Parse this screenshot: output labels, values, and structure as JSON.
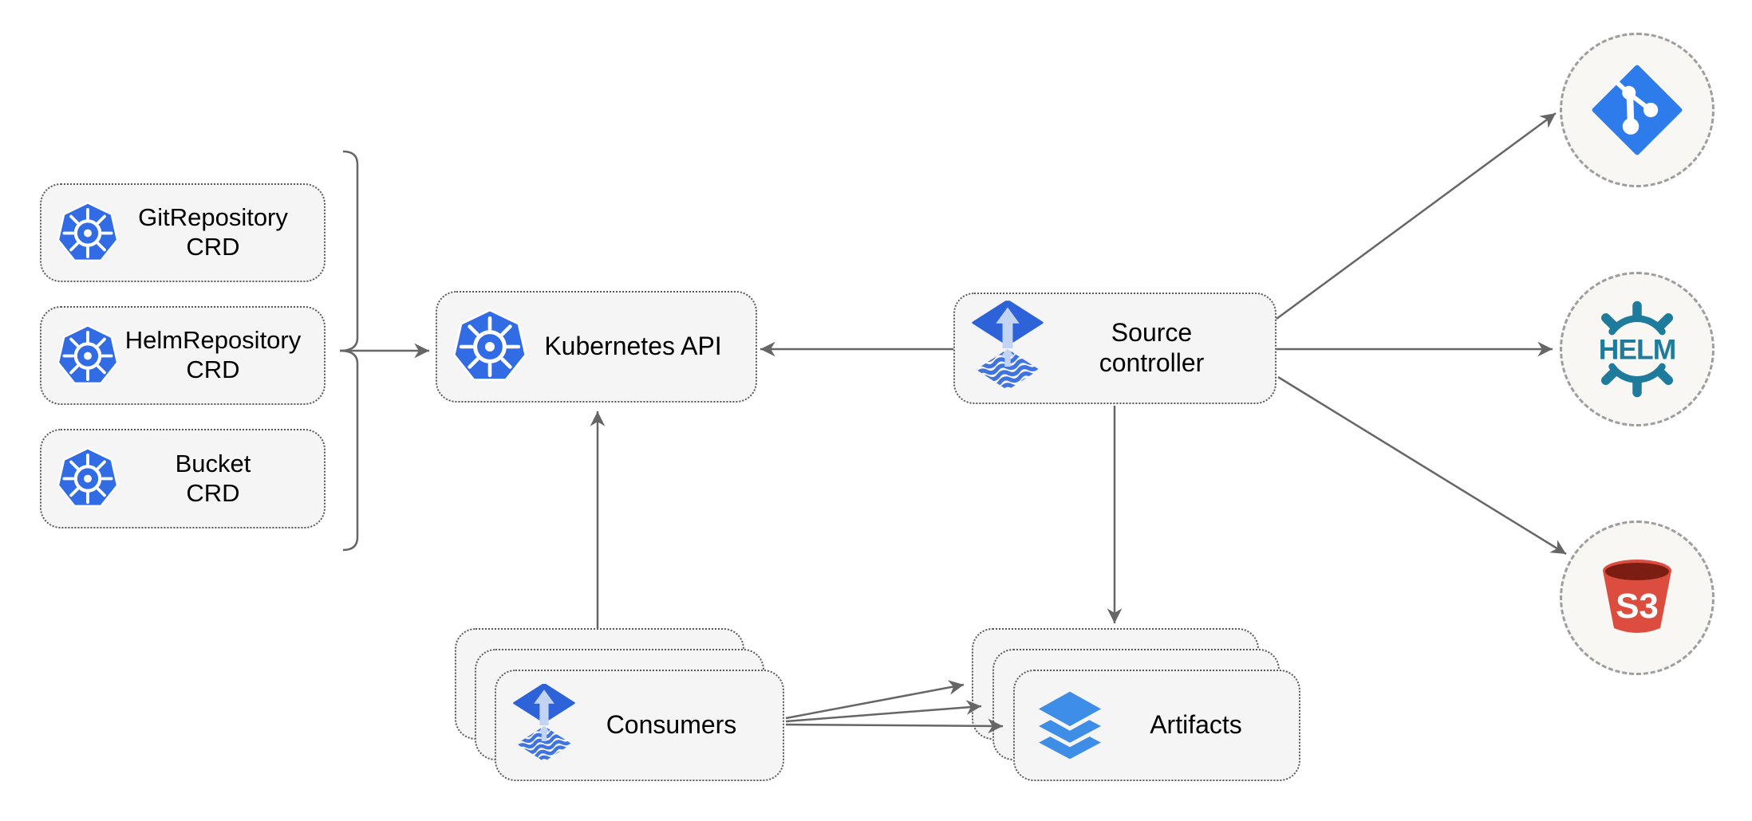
{
  "nodes": {
    "crd_boxes": [
      {
        "line1": "GitRepository",
        "line2": "CRD"
      },
      {
        "line1": "HelmRepository",
        "line2": "CRD"
      },
      {
        "line1": "Bucket",
        "line2": "CRD"
      }
    ],
    "kubernetes_api": {
      "label": "Kubernetes API"
    },
    "source_controller": {
      "line1": "Source",
      "line2": "controller"
    },
    "consumers": {
      "label": "Consumers",
      "stack_count": 3
    },
    "artifacts": {
      "label": "Artifacts",
      "stack_count": 3
    },
    "external_sources": {
      "git": {
        "icon": "git-icon"
      },
      "helm": {
        "icon": "helm-icon",
        "logo_text": "HELM"
      },
      "s3": {
        "icon": "s3-bucket-icon",
        "logo_text": "S3"
      }
    }
  },
  "connections": [
    {
      "from": "crd-group-brace",
      "to": "kubernetes-api"
    },
    {
      "from": "source-controller",
      "to": "kubernetes-api"
    },
    {
      "from": "consumers",
      "to": "kubernetes-api"
    },
    {
      "from": "source-controller",
      "to": "artifacts"
    },
    {
      "from": "source-controller",
      "to": "git-source"
    },
    {
      "from": "source-controller",
      "to": "helm-source"
    },
    {
      "from": "source-controller",
      "to": "s3-source"
    },
    {
      "from": "consumers",
      "to": "artifacts",
      "count": 3
    }
  ],
  "colors": {
    "kubernetes_blue": "#326CE5",
    "flux_blue": "#2D62D8",
    "flux_arrow_light": "#C3D3F2",
    "flux_wave_blue": "#3F74E0",
    "layers_blue": "#3E8EE8",
    "git_blue": "#2E7CEB",
    "helm_teal": "#1E7B9C",
    "s3_red": "#DC4C3F",
    "s3_dark_red": "#7C1D12",
    "arrow_gray": "#666666",
    "node_fill": "#F5F5F5",
    "node_border": "#5A5A5A",
    "circle_border": "#9E9E9E",
    "circle_fill": "#F8F7F4",
    "text_color": "#000000"
  }
}
